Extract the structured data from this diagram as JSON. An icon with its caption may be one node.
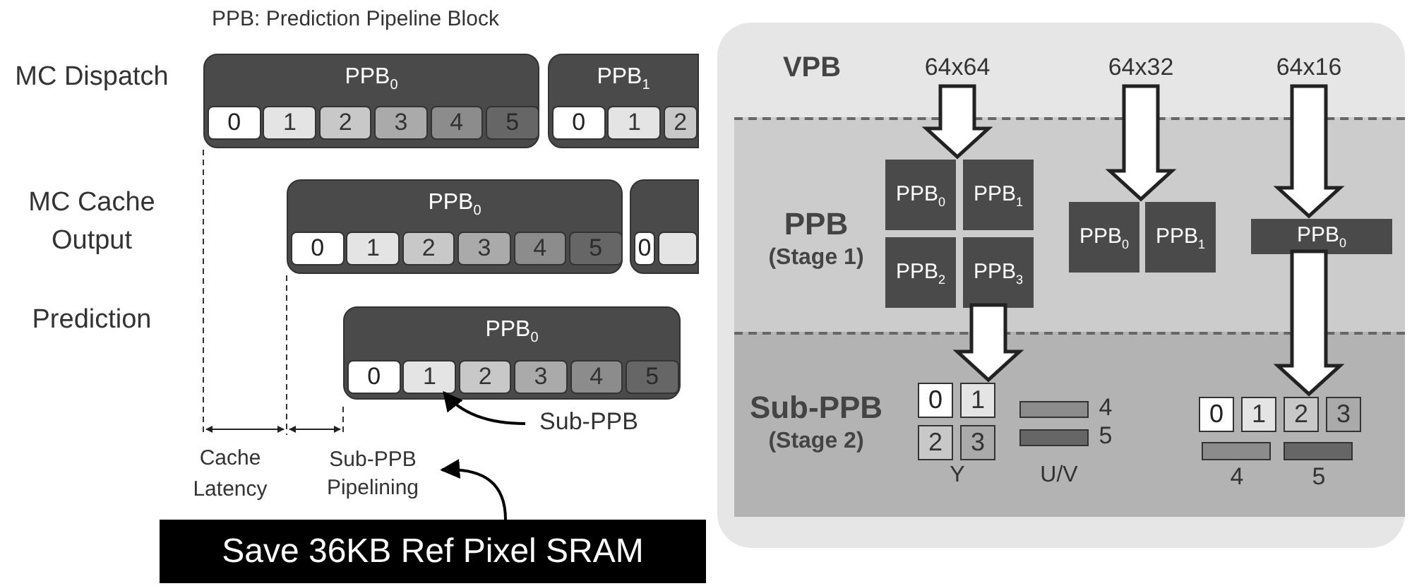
{
  "diagram": {
    "title": "PPB: Prediction Pipeline Block",
    "nodes": [
      {
        "text": [
          "PPB$_{0}$"
        ]
      },
      {
        "text": [
          "0"
        ],
        "in": 0
      },
      {
        "text": [
          "1"
        ],
        "in": 0
      },
      {
        "text": [
          "2"
        ],
        "in": 0
      },
      {
        "text": [
          "3"
        ],
        "in": 0
      },
      {
        "text": [
          "4"
        ],
        "in": 0
      },
      {
        "text": [
          "5"
        ],
        "in": 0
      },
      {
        "text": [
          "PPB$_{1}$"
        ]
      },
      {
        "text": [
          "0"
        ],
        "in": 7
      },
      {
        "text": [
          "1"
        ],
        "in": 7
      },
      {
        "text": [
          "2"
        ],
        "in": 7
      },
      {
        "text": [
          "PPB$_{0}$"
        ]
      },
      {
        "text": [
          "0"
        ],
        "in": 11
      },
      {
        "text": [
          "1"
        ],
        "in": 11
      },
      {
        "text": [
          "2"
        ],
        "in": 11
      },
      {
        "text": [
          "3"
        ],
        "in": 11
      },
      {
        "text": [
          "4"
        ],
        "in": 11
      },
      {
        "text": [
          "5"
        ],
        "in": 11
      },
      {
        "text": [],
        "shape": "box"
      },
      {
        "text": [
          "0"
        ],
        "in": 18
      },
      {
        "text": [],
        "shape": "box",
        "in": 18
      },
      {
        "text": [
          "PPB$_{0}$"
        ]
      },
      {
        "text": [
          "0"
        ],
        "in": 21
      },
      {
        "text": [
          "1"
        ],
        "in": 21
      },
      {
        "text": [
          "2"
        ],
        "in": 21
      },
      {
        "text": [
          "3"
        ],
        "in": 21
      },
      {
        "text": [
          "4"
        ],
        "in": 21
      },
      {
        "text": [
          "5"
        ],
        "in": 21
      },
      {
        "text": [
          "Sub-PPB"
        ]
      },
      {
        "text": [
          "Sub-PPB Pipelining"
        ]
      },
      {
        "text": [
          "Save 36KB Ref Pixel SRAM"
        ]
      },
      {
        "text": [
          "VPB"
        ]
      },
      {
        "text": [
          "64x64"
        ],
        "in": 31
      },
      {
        "text": [
          "64x32"
        ],
        "in": 31
      },
      {
        "text": [
          "64x16"
        ],
        "in": 31
      },
      {
        "text": [
          "PPB",
          "(Stage 1)"
        ],
        "in": 31
      },
      {
        "text": [
          "PPB$_{0}$"
        ],
        "in": 35
      },
      {
        "text": [
          "PPB$_{1}$"
        ],
        "in": 35
      },
      {
        "text": [
          "PPB$_{2}$"
        ],
        "in": 35
      },
      {
        "text": [
          "PPB$_{3}$"
        ],
        "in": 35
      },
      {
        "text": [
          "PPB$_{0}$"
        ],
        "in": 35
      },
      {
        "text": [
          "PPB$_{1}$"
        ],
        "in": 35
      },
      {
        "text": [
          "PPB$_{0}$"
        ],
        "in": 35
      },
      {
        "text": [
          "Sub-PPB",
          "(Stage 2)"
        ],
        "in": 31
      },
      {
        "text": [
          "0"
        ],
        "in": 43
      },
      {
        "text": [
          "1"
        ],
        "in": 43
      },
      {
        "text": [
          "2"
        ],
        "in": 43
      },
      {
        "text": [
          "3"
        ],
        "in": 43
      },
      {
        "text": [],
        "shape": "bar",
        "in": 43,
        "beside": [
          "4"
        ]
      },
      {
        "text": [],
        "shape": "bar",
        "in": 43,
        "beside": [
          "5"
        ]
      },
      {
        "text": [
          "0"
        ],
        "in": 43
      },
      {
        "text": [
          "1"
        ],
        "in": 43
      },
      {
        "text": [
          "2"
        ],
        "in": 43
      },
      {
        "text": [
          "3"
        ],
        "in": 43
      },
      {
        "text": [],
        "shape": "bar",
        "in": 43,
        "beside": [
          "4"
        ]
      },
      {
        "text": [],
        "shape": "bar",
        "in": 43,
        "beside": [
          "5"
        ]
      }
    ],
    "edges": [
      {
        "from": 28,
        "to": 23,
        "arrow": "to"
      },
      {
        "from": 30,
        "to": 29,
        "arrow": "to"
      },
      {
        "from": 32,
        "to": 36,
        "arrow": "to"
      },
      {
        "from": 33,
        "to": 40,
        "arrow": "to"
      },
      {
        "from": 34,
        "to": 42,
        "arrow": "to"
      },
      {
        "from": 39,
        "to": 45,
        "arrow": "to"
      },
      {
        "from": 42,
        "to": 52,
        "arrow": "to"
      }
    ],
    "labels": [
      "MC Dispatch",
      "MC Cache Output",
      "Prediction",
      "Cache Latency",
      "Y",
      "U/V"
    ]
  }
}
